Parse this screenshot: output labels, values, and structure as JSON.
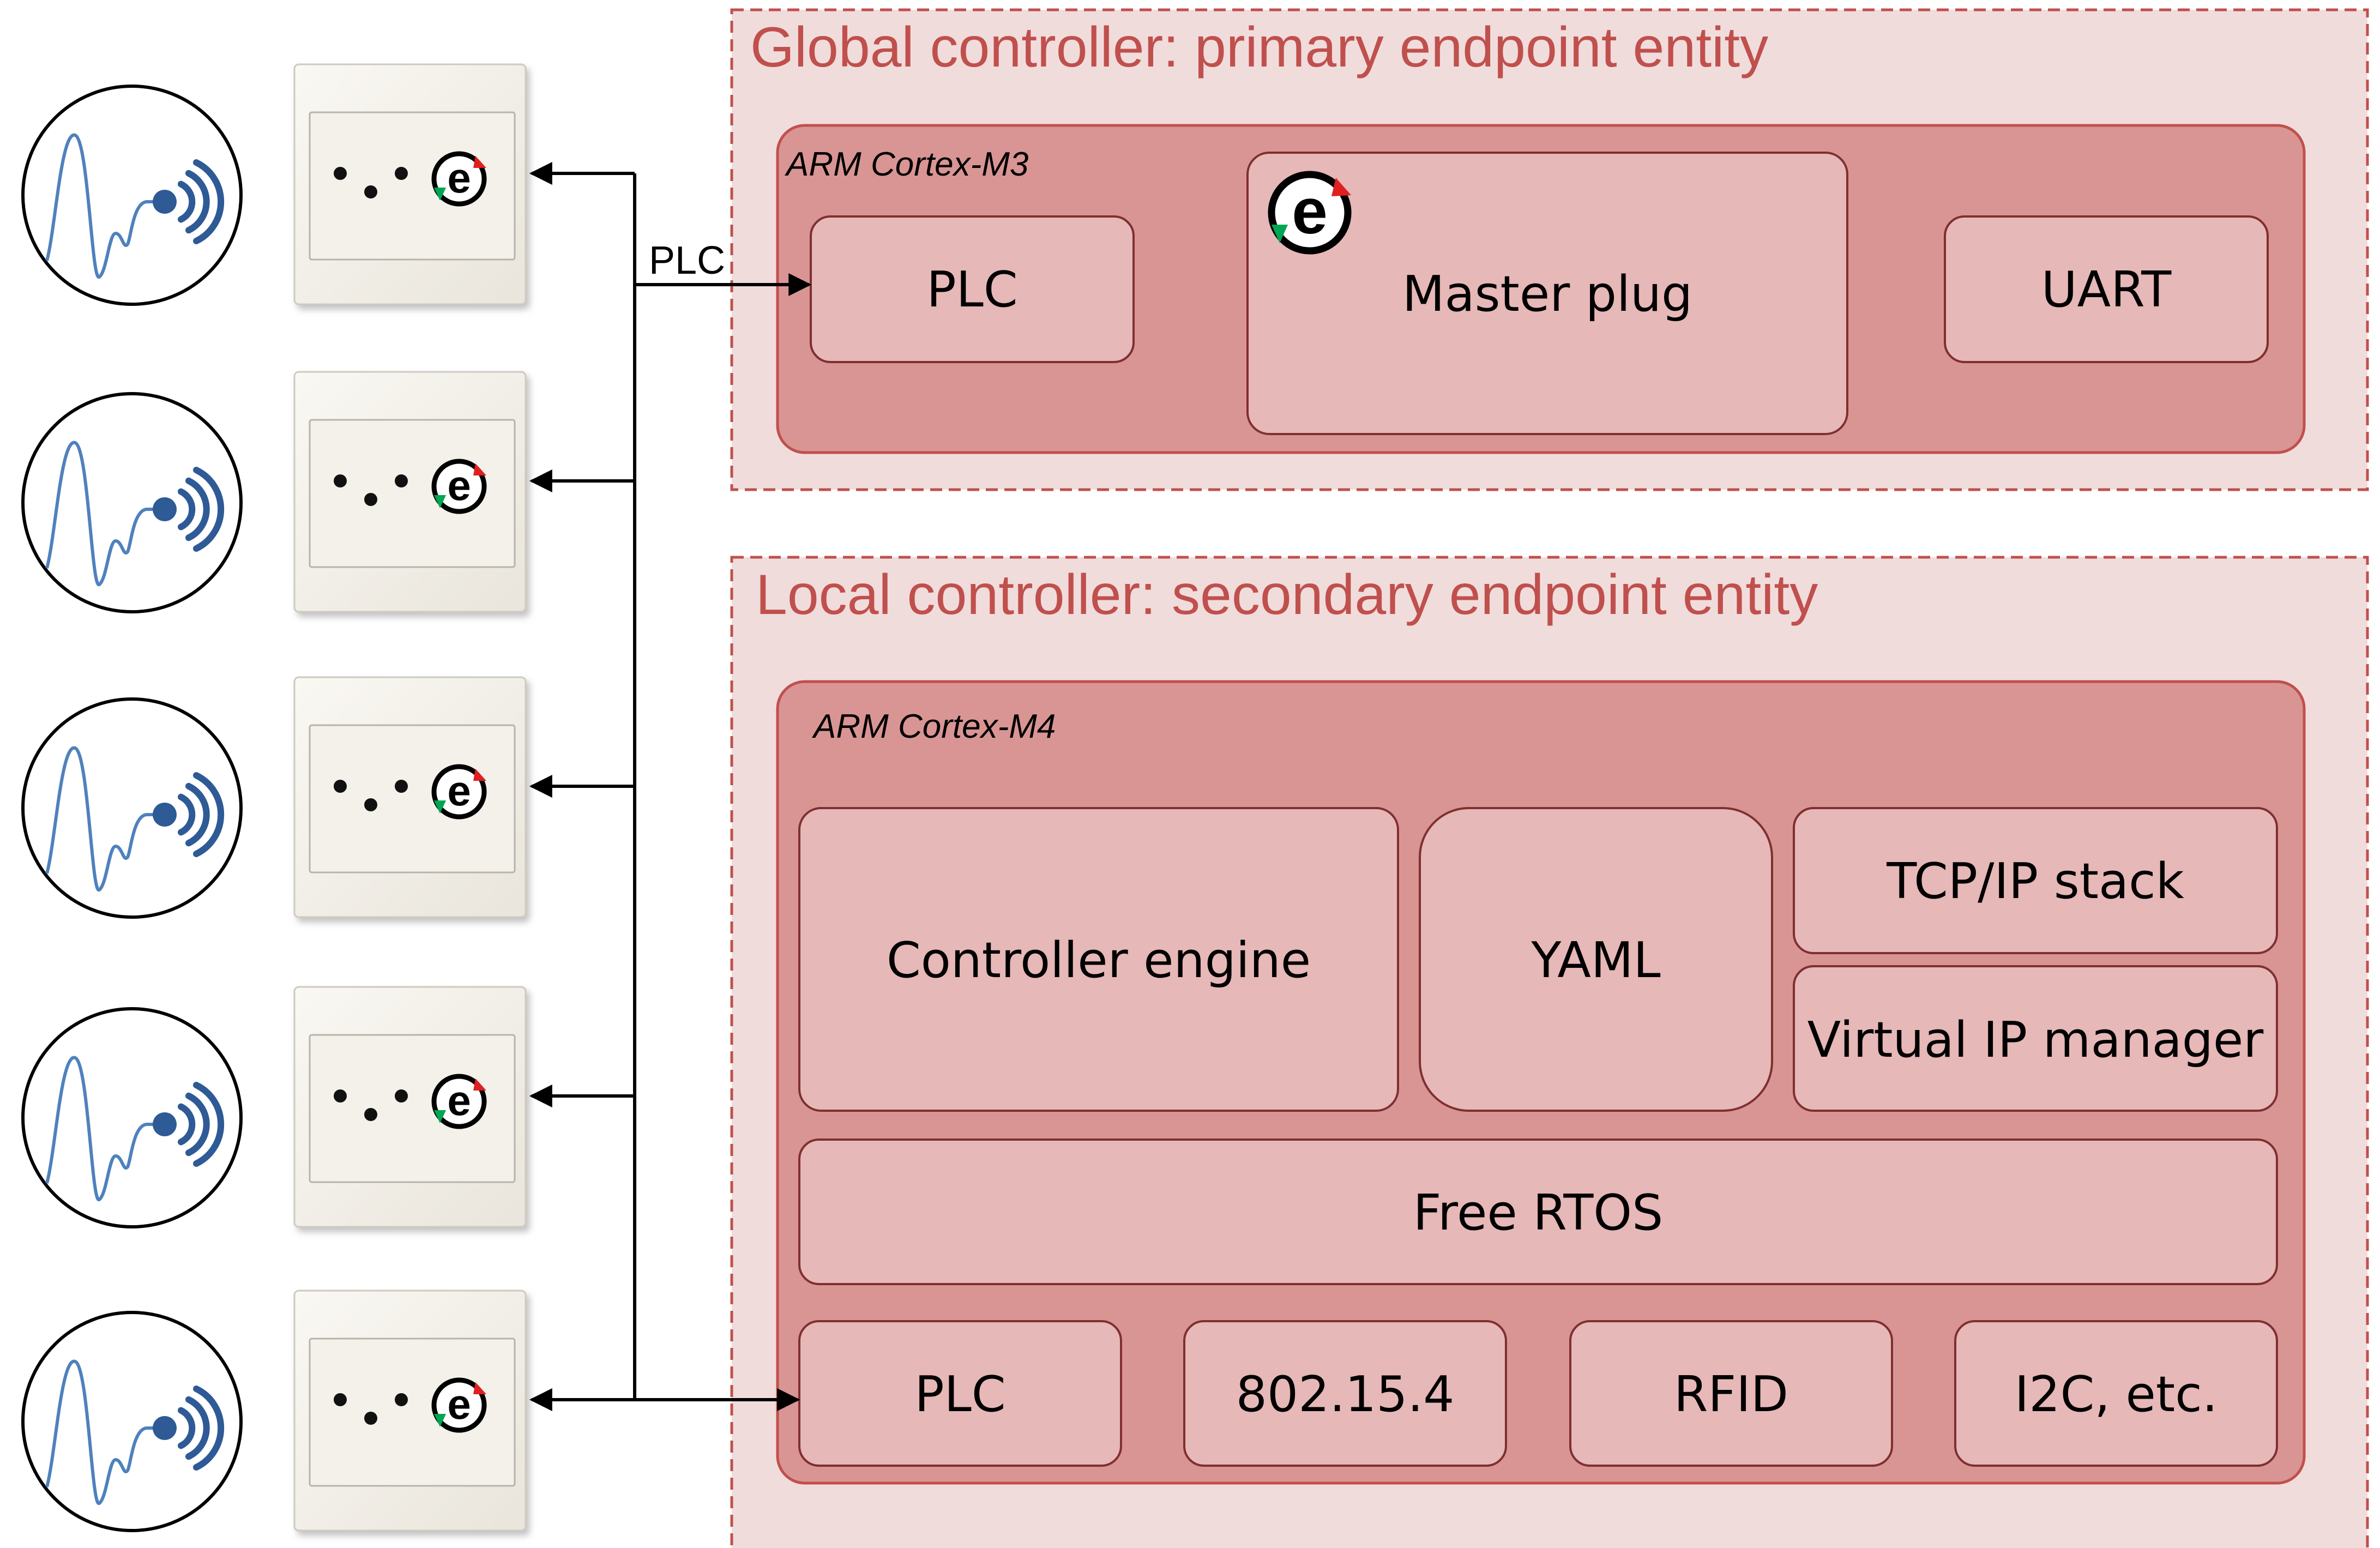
{
  "colors": {
    "region_fill": "#f1dcdc",
    "region_border": "#c0504d",
    "region_title": "#c0504d",
    "cpu_fill": "#d99594",
    "cpu_border": "#c0504d",
    "module_fill": "#e6b8b7",
    "module_border": "#7f2f2f",
    "wave": "#4f81bd",
    "dot": "#2e5a96",
    "plate": "#f4f1ea",
    "arrow_green": "#00a651",
    "arrow_red": "#e02020"
  },
  "connection": {
    "label": "PLC"
  },
  "sockets": {
    "count": 5,
    "icon": "e-logo-icon",
    "symbol": "e"
  },
  "global": {
    "title": "Global controller: primary endpoint entity",
    "cpu": "ARM Cortex-M3",
    "modules": {
      "plc": "PLC",
      "master": "Master plug",
      "uart": "UART"
    },
    "master_icon": "e-logo-icon",
    "master_symbol": "e"
  },
  "local": {
    "title": "Local controller: secondary endpoint entity",
    "cpu": "ARM Cortex-M4",
    "modules": {
      "engine": "Controller engine",
      "yaml": "YAML",
      "tcpip": "TCP/IP stack",
      "vip": "Virtual IP manager",
      "rtos": "Free RTOS",
      "plc": "PLC",
      "zigbee": "802.15.4",
      "rfid": "RFID",
      "i2c": "I2C, etc."
    }
  }
}
